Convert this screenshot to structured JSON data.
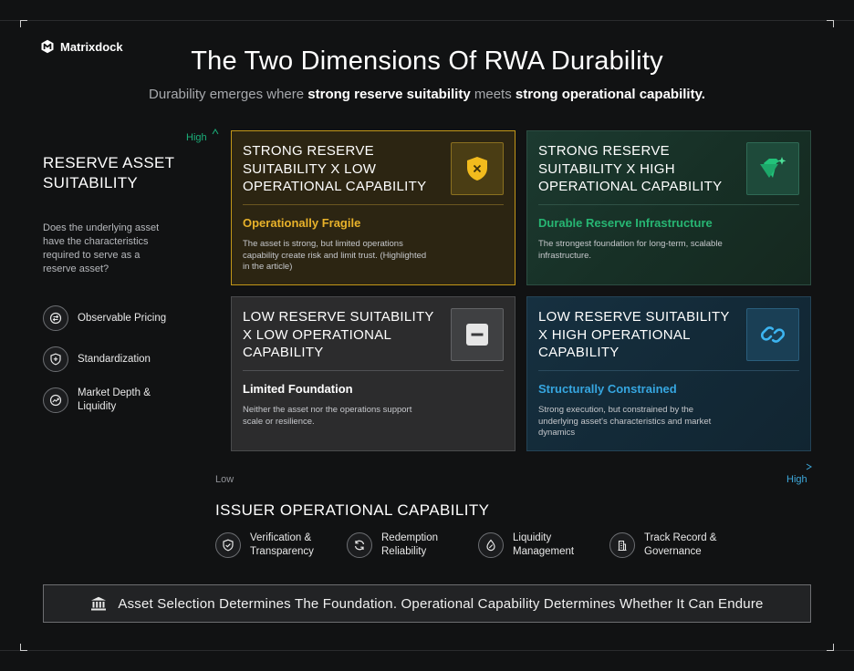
{
  "brand": {
    "name": "Matrixdock"
  },
  "header": {
    "title": "The Two Dimensions Of RWA Durability",
    "subtitle_pre": "Durability emerges where ",
    "subtitle_strong1": "strong reserve suitability",
    "subtitle_mid": " meets ",
    "subtitle_strong2": "strong operational capability."
  },
  "y_axis": {
    "title": "RESERVE ASSET SUITABILITY",
    "description": "Does the underlying asset have the characteristics required to serve as a reserve asset?",
    "high_label": "High",
    "features": [
      {
        "label": "Observable Pricing",
        "icon": "exchange-icon"
      },
      {
        "label": "Standardization",
        "icon": "shield-plus-icon"
      },
      {
        "label": "Market Depth & Liquidity",
        "icon": "trend-icon"
      }
    ]
  },
  "x_axis": {
    "title": "ISSUER OPERATIONAL CAPABILITY",
    "low_label": "Low",
    "high_label": "High",
    "features": [
      {
        "label": "Verification & Transparency",
        "icon": "shield-check-icon"
      },
      {
        "label": "Redemption Reliability",
        "icon": "refresh-icon"
      },
      {
        "label": "Liquidity Management",
        "icon": "drop-icon"
      },
      {
        "label": "Track Record & Governance",
        "icon": "building-icon"
      }
    ]
  },
  "quadrants": [
    {
      "title": "STRONG RESERVE SUITABILITY X LOW OPERATIONAL CAPABILITY",
      "subtitle": "Operationally Fragile",
      "description": "The asset is strong, but limited operations capability create risk and limit trust. (Highlighted in the article)",
      "icon": "shield-x-icon",
      "accent": "#e8b22a"
    },
    {
      "title": "STRONG RESERVE SUITABILITY X HIGH OPERATIONAL CAPABILITY",
      "subtitle": "Durable Reserve Infrastructure",
      "description": "The strongest foundation for long-term, scalable infrastructure.",
      "icon": "diamond-icon",
      "accent": "#27b673"
    },
    {
      "title": "LOW RESERVE SUITABILITY X LOW OPERATIONAL CAPABILITY",
      "subtitle": "Limited Foundation",
      "description": "Neither the asset nor the operations support scale or resilience.",
      "icon": "minus-icon",
      "accent": "#ffffff"
    },
    {
      "title": "LOW RESERVE SUITABILITY X HIGH OPERATIONAL CAPABILITY",
      "subtitle": "Structurally Constrained",
      "description": "Strong execution, but constrained by the underlying asset's characteristics and market dynamics",
      "icon": "link-icon",
      "accent": "#36a6e0"
    }
  ],
  "footer": {
    "banner": "Asset Selection Determines The Foundation. Operational Capability Determines Whether It Can Endure",
    "icon": "bank-icon"
  }
}
